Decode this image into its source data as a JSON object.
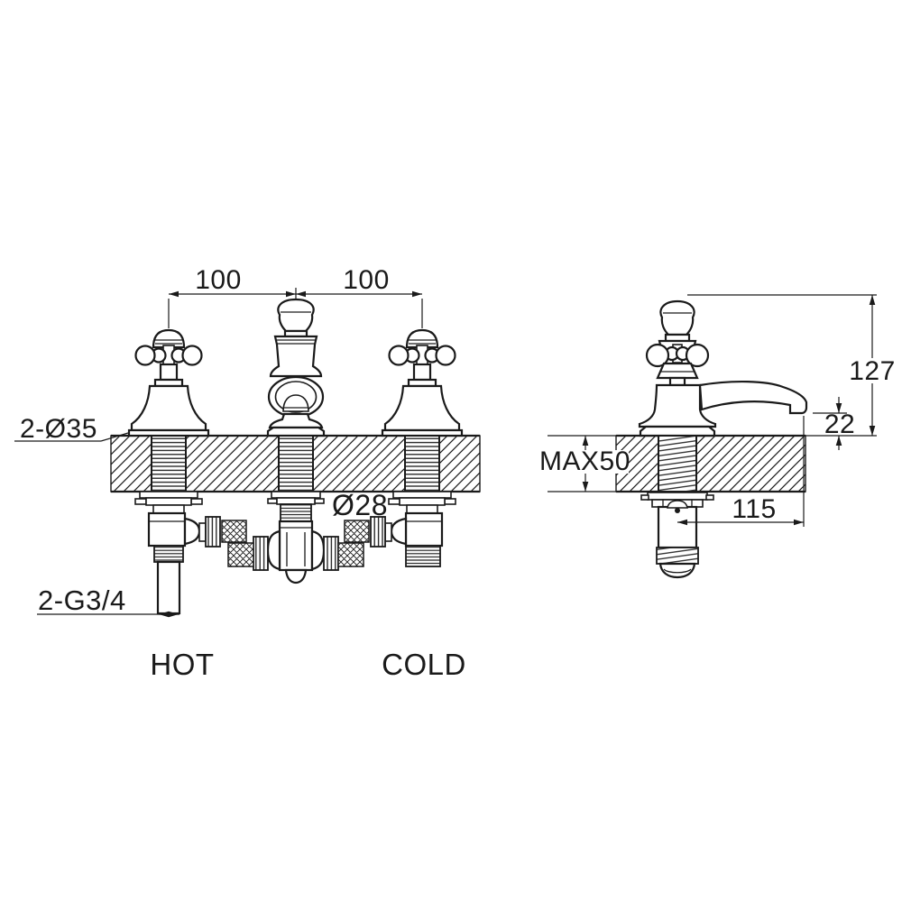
{
  "front_view": {
    "spacing_left_label": "100",
    "spacing_right_label": "100",
    "hole_diameter_label": "2-Ø35",
    "shank_diameter_label": "Ø28",
    "inlet_thread_label": "2-G3/4",
    "hot_label": "HOT",
    "cold_label": "COLD"
  },
  "side_view": {
    "overall_height_label": "127",
    "spout_clearance_label": "22",
    "max_deck_thickness_label": "MAX50",
    "spout_reach_label": "115"
  },
  "colors": {
    "line": "#1a1a1a",
    "background": "#ffffff"
  }
}
